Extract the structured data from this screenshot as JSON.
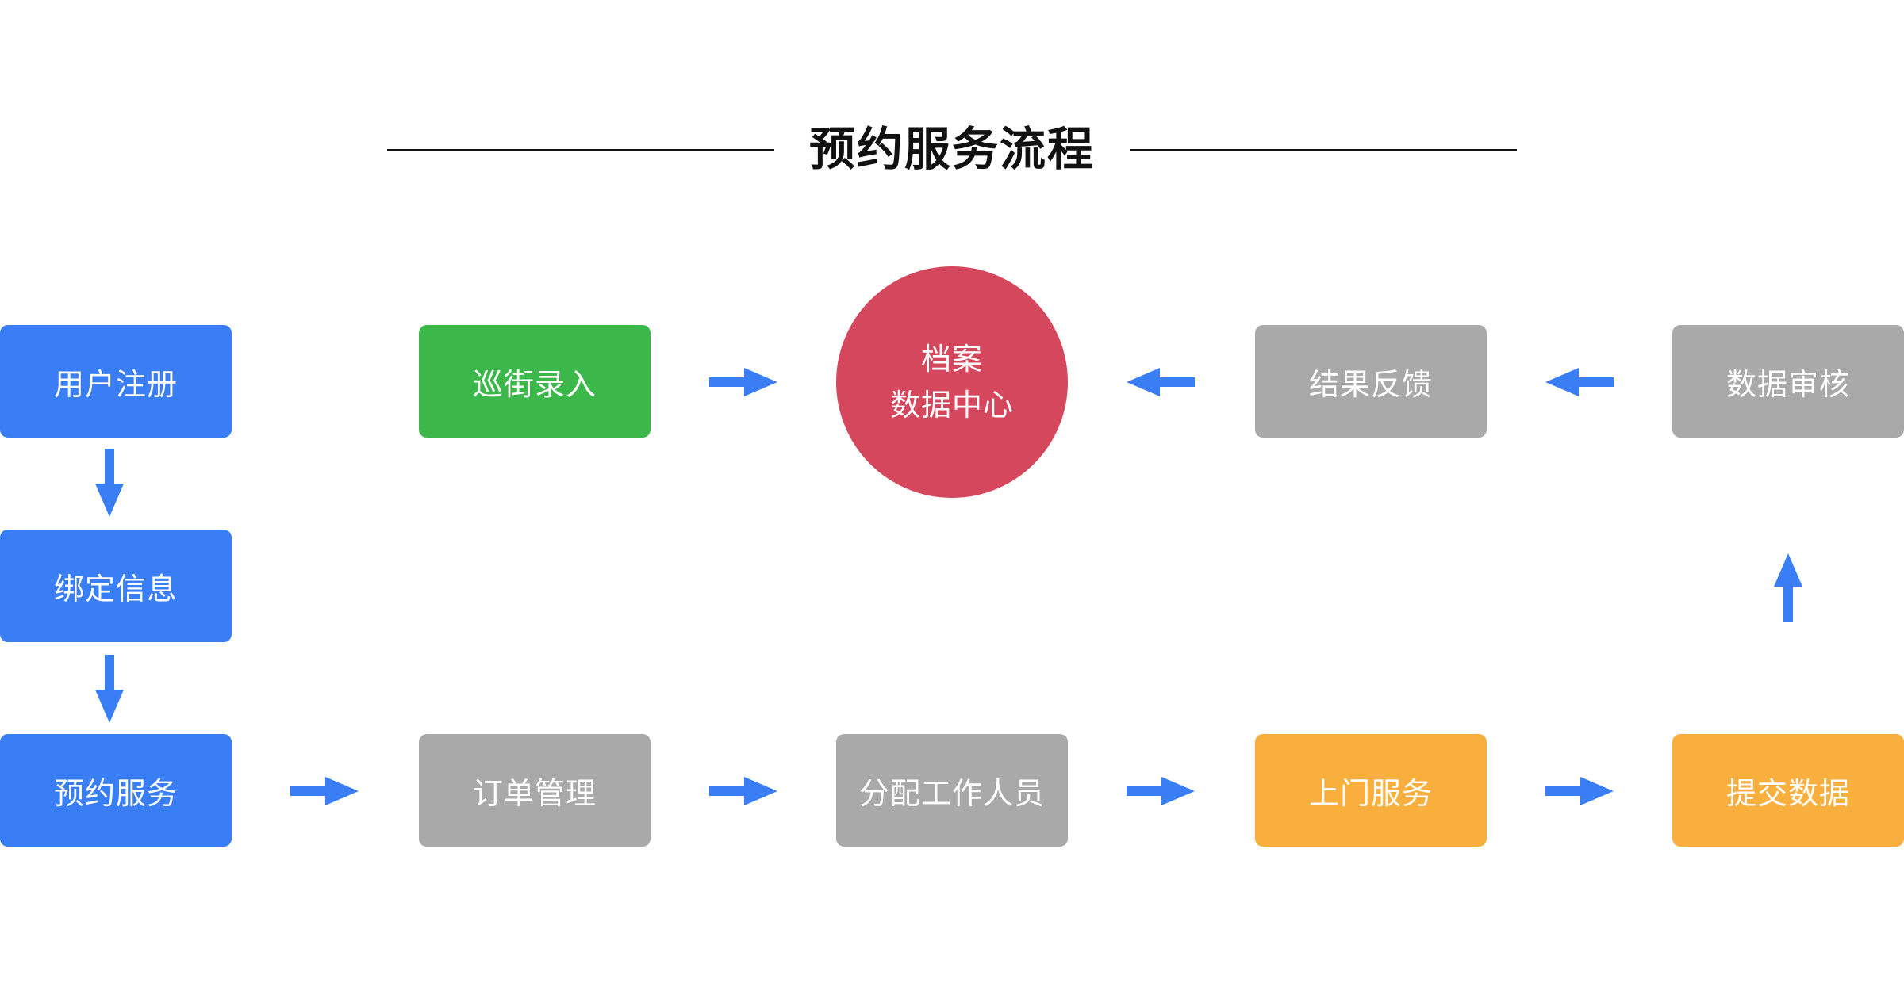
{
  "title": "预约服务流程",
  "colors": {
    "blue": "#3a7ef5",
    "green": "#3cb84b",
    "gray": "#a9a9a9",
    "orange": "#f9af3e",
    "red": "#d5475c",
    "arrow": "#3a7ef5"
  },
  "nodes": {
    "user_register": "用户注册",
    "bind_info": "绑定信息",
    "book_service": "预约服务",
    "patrol_entry": "巡街录入",
    "data_center_line1": "档案",
    "data_center_line2": "数据中心",
    "result_feedback": "结果反馈",
    "data_review": "数据审核",
    "order_management": "订单管理",
    "assign_staff": "分配工作人员",
    "onsite_service": "上门服务",
    "submit_data": "提交数据"
  }
}
